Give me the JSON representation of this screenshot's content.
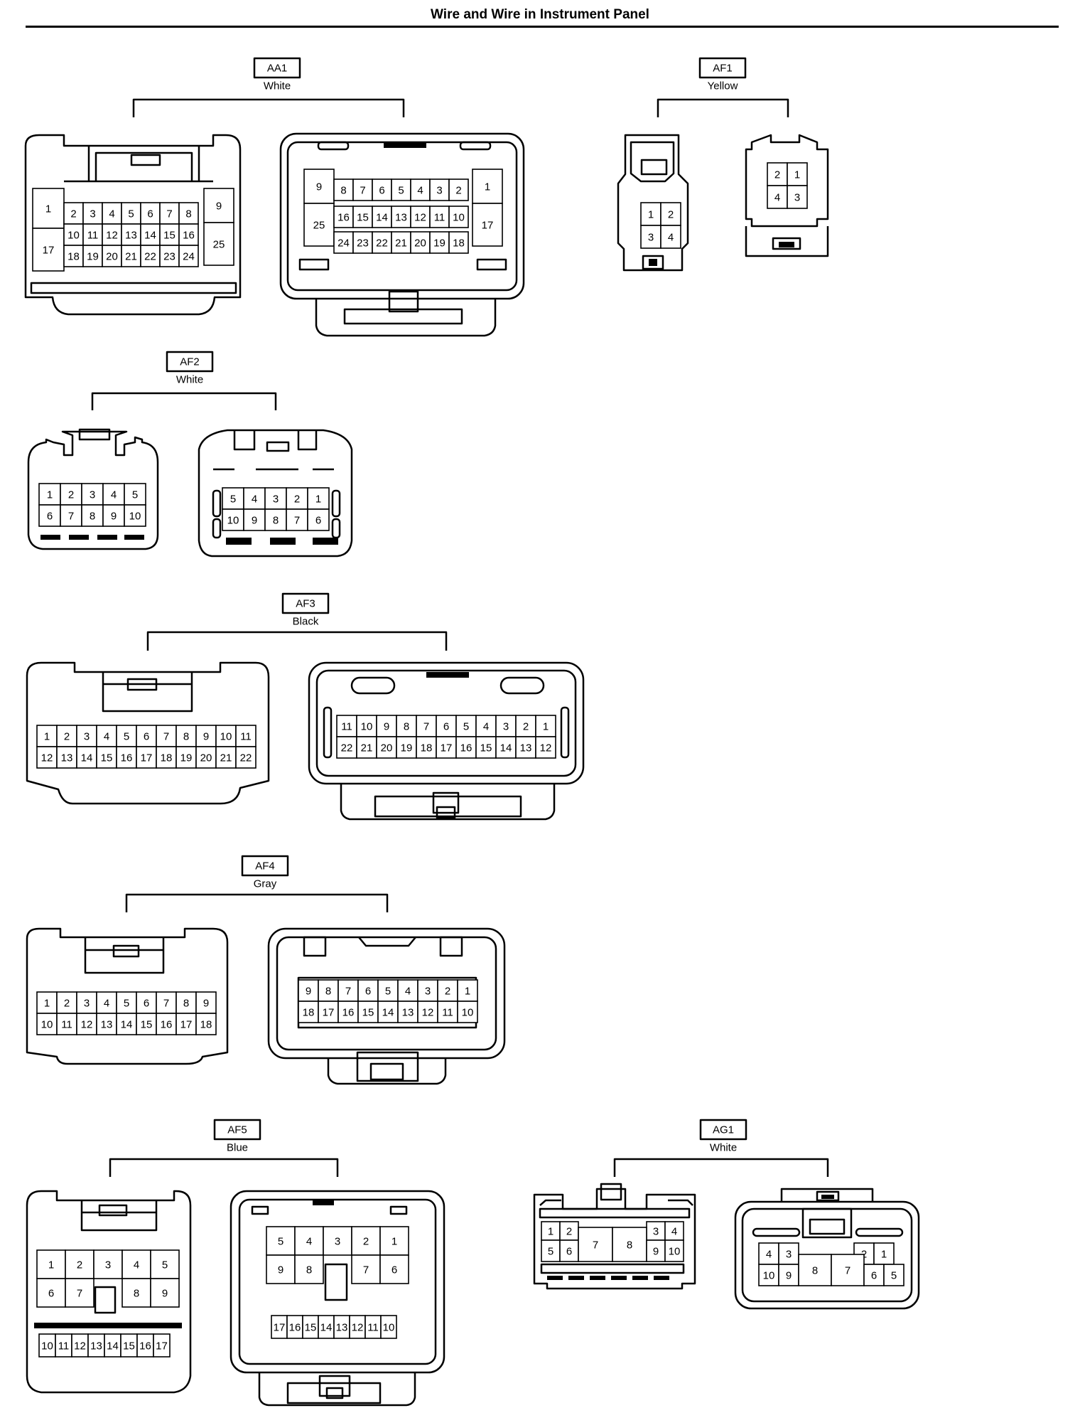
{
  "page": {
    "title": "Wire and Wire in Instrument Panel"
  },
  "connectors": [
    {
      "id": "AA1",
      "color": "White",
      "male": [
        "1",
        "2",
        "3",
        "4",
        "5",
        "6",
        "7",
        "8",
        "9",
        "17",
        "10",
        "11",
        "12",
        "13",
        "14",
        "15",
        "16",
        "25",
        "18",
        "19",
        "20",
        "21",
        "22",
        "23",
        "24"
      ],
      "female": [
        "9",
        "8",
        "7",
        "6",
        "5",
        "4",
        "3",
        "2",
        "1",
        "25",
        "16",
        "15",
        "14",
        "13",
        "12",
        "11",
        "10",
        "17",
        "24",
        "23",
        "22",
        "21",
        "20",
        "19",
        "18"
      ]
    },
    {
      "id": "AF1",
      "color": "Yellow",
      "male": [
        "1",
        "2",
        "3",
        "4"
      ],
      "female": [
        "2",
        "1",
        "4",
        "3"
      ]
    },
    {
      "id": "AF2",
      "color": "White",
      "male": [
        "1",
        "2",
        "3",
        "4",
        "5",
        "6",
        "7",
        "8",
        "9",
        "10"
      ],
      "female": [
        "5",
        "4",
        "3",
        "2",
        "1",
        "10",
        "9",
        "8",
        "7",
        "6"
      ]
    },
    {
      "id": "AF3",
      "color": "Black",
      "male": [
        "1",
        "2",
        "3",
        "4",
        "5",
        "6",
        "7",
        "8",
        "9",
        "10",
        "11",
        "12",
        "13",
        "14",
        "15",
        "16",
        "17",
        "18",
        "19",
        "20",
        "21",
        "22"
      ],
      "female": [
        "11",
        "10",
        "9",
        "8",
        "7",
        "6",
        "5",
        "4",
        "3",
        "2",
        "1",
        "22",
        "21",
        "20",
        "19",
        "18",
        "17",
        "16",
        "15",
        "14",
        "13",
        "12"
      ]
    },
    {
      "id": "AF4",
      "color": "Gray",
      "male": [
        "1",
        "2",
        "3",
        "4",
        "5",
        "6",
        "7",
        "8",
        "9",
        "10",
        "11",
        "12",
        "13",
        "14",
        "15",
        "16",
        "17",
        "18"
      ],
      "female": [
        "9",
        "8",
        "7",
        "6",
        "5",
        "4",
        "3",
        "2",
        "1",
        "18",
        "17",
        "16",
        "15",
        "14",
        "13",
        "12",
        "11",
        "10"
      ]
    },
    {
      "id": "AF5",
      "color": "Blue",
      "male": [
        "1",
        "2",
        "3",
        "4",
        "5",
        "6",
        "7",
        "8",
        "9",
        "10",
        "11",
        "12",
        "13",
        "14",
        "15",
        "16",
        "17"
      ],
      "female": [
        "5",
        "4",
        "3",
        "2",
        "1",
        "9",
        "8",
        "7",
        "6",
        "17",
        "16",
        "15",
        "14",
        "13",
        "12",
        "11",
        "10"
      ]
    },
    {
      "id": "AG1",
      "color": "White",
      "male": [
        "1",
        "2",
        "3",
        "4",
        "5",
        "6",
        "7",
        "8",
        "9",
        "10"
      ],
      "female": [
        "4",
        "3",
        "2",
        "1",
        "10",
        "9",
        "8",
        "7",
        "6",
        "5"
      ]
    }
  ]
}
